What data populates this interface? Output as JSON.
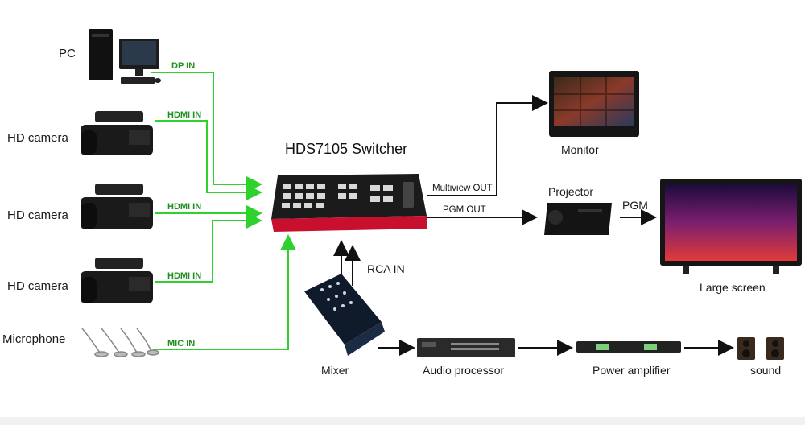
{
  "sources": {
    "pc": "PC",
    "camera1": "HD camera",
    "camera2": "HD camera",
    "camera3": "HD camera",
    "microphone": "Microphone"
  },
  "connections": {
    "dp_in": "DP IN",
    "hdmi_in_1": "HDMI IN",
    "hdmi_in_2": "HDMI IN",
    "hdmi_in_3": "HDMI IN",
    "mic_in": "MIC IN",
    "rca_in": "RCA IN"
  },
  "switcher": {
    "title": "HDS7105 Switcher",
    "multiview_out": "Multiview OUT",
    "pgm_out": "PGM OUT"
  },
  "outputs": {
    "monitor": "Monitor",
    "projector": "Projector",
    "pgm": "PGM",
    "large_screen": "Large screen"
  },
  "audio_chain": {
    "mixer": "Mixer",
    "audio_processor": "Audio processor",
    "power_amplifier": "Power amplifier",
    "sound": "sound"
  },
  "colors": {
    "signal_green": "#2fd12f",
    "signal_black": "#111111",
    "switcher_red": "#c8102e"
  },
  "icons": [
    "pc-icon",
    "camera-icon",
    "microphone-icon",
    "switcher-icon",
    "monitor-icon",
    "projector-icon",
    "large-screen-icon",
    "mixer-icon",
    "audio-processor-icon",
    "power-amplifier-icon",
    "speaker-icon"
  ]
}
